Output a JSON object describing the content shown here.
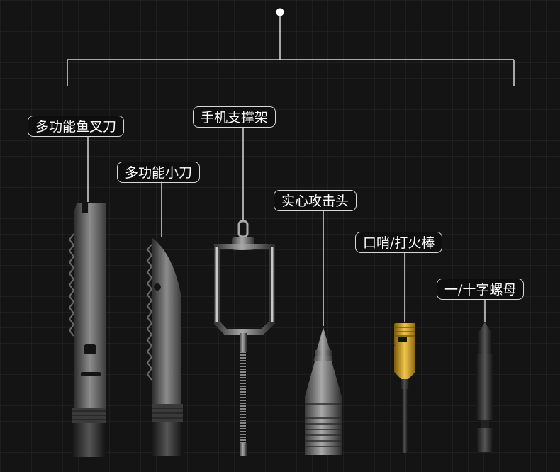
{
  "tools": {
    "fish_knife": {
      "label": "多功能鱼叉刀"
    },
    "small_knife": {
      "label": "多功能小刀"
    },
    "phone_holder": {
      "label": "手机支撑架"
    },
    "attack_head": {
      "label": "实心攻击头"
    },
    "whistle": {
      "label": "口哨/打火棒"
    },
    "screwdriver": {
      "label": "一/十字螺母"
    }
  },
  "colors": {
    "background": "#141414",
    "line": "#d8d8d8",
    "steel": "#9a9a9a",
    "gold": "#d4a017"
  }
}
